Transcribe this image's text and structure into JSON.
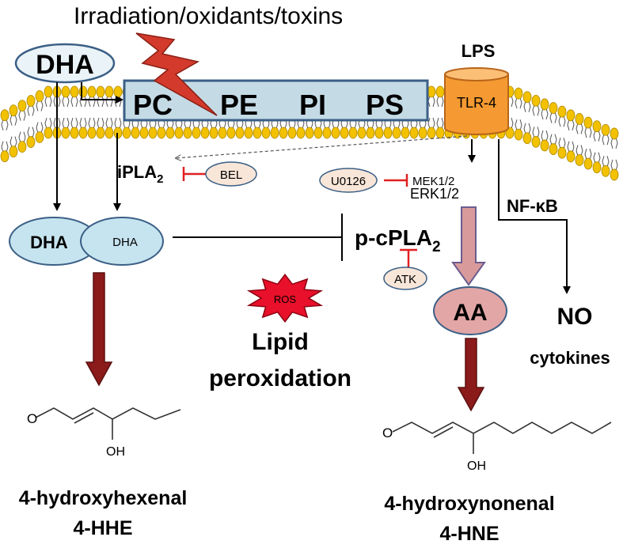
{
  "header": {
    "stimulus": "Irradiation/oxidants/toxins"
  },
  "membrane": {
    "dha_box": "DHA",
    "phospholipids": [
      "PC",
      "PE",
      "PI",
      "PS"
    ],
    "lps": "LPS",
    "receptor": "TLR-4"
  },
  "enzymes": {
    "ipla2": "iPLA",
    "ipla2_sub": "2",
    "bel": "BEL",
    "u0126": "U0126",
    "mek": "MEK1/2",
    "erk": "ERK1/2",
    "pcpla2": "p-cPLA",
    "pcpla2_sub": "2",
    "atk": "ATK",
    "nfkb": "NF-κB"
  },
  "products": {
    "dha_left": "DHA",
    "dha_right": "DHA",
    "aa": "AA",
    "ros": "ROS",
    "lipid_line1": "Lipid",
    "lipid_line2": "peroxidation",
    "no": "NO",
    "cytokines": "cytokines"
  },
  "structures": {
    "hhe_o": "O",
    "hhe_oh": "OH",
    "hne_o": "O",
    "hne_oh": "OH"
  },
  "labels": {
    "hhe_name": "4-hydroxyhexenal",
    "hhe_abbr": "4-HHE",
    "hne_name": "4-hydroxynonenal",
    "hne_abbr": "4-HNE"
  },
  "colors": {
    "membrane_box_fill": "#c4dbe6",
    "membrane_box_border": "#3b5f86",
    "lipid_head": "#f2c100",
    "receptor_fill": "#f59a32",
    "bolt": "#d33a2c",
    "dha_fill": "#c6e4ef",
    "aa_fill": "#e2a6a6",
    "ros_fill": "#e8102a",
    "enzyme_fill": "#f8e6d8",
    "inhibit_red": "#e02020",
    "down_arrow": "#8b1a1a",
    "pink_arrow": "#d89a9a"
  }
}
